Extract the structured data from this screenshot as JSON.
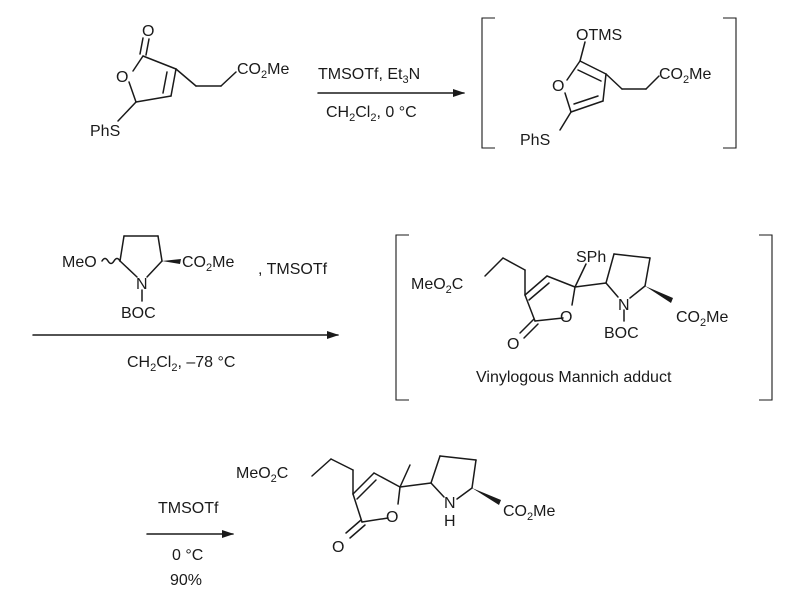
{
  "step1": {
    "sm": {
      "carbonyl_o": "O",
      "ring_o": "O",
      "ester": "CO",
      "ester_sub": "2",
      "ester_tail": "Me",
      "phs": "PhS"
    },
    "reagent_a": "TMSOTf, Et",
    "reagent_a_sub": "3",
    "reagent_a_tail": "N",
    "reagent_b_pre": "CH",
    "reagent_b_sub1": "2",
    "reagent_b_mid": "Cl",
    "reagent_b_sub2": "2",
    "reagent_b_tail": ", 0 °C",
    "intermediate": {
      "otms": "OTMS",
      "ring_o": "O",
      "ester": "CO",
      "ester_sub": "2",
      "ester_tail": "Me",
      "phs": "PhS"
    }
  },
  "step2": {
    "reagent": {
      "meo": "MeO",
      "n": "N",
      "boc": "BOC",
      "ester": "CO",
      "ester_sub": "2",
      "ester_tail": "Me",
      "extra": ", TMSOTf"
    },
    "cond_pre": "CH",
    "cond_sub1": "2",
    "cond_mid": "Cl",
    "cond_sub2": "2",
    "cond_tail": ", –78 °C",
    "adduct": {
      "meo2c": "MeO",
      "meo2c_sub": "2",
      "meo2c_tail": "C",
      "sph": "SPh",
      "carbonyl_o": "O",
      "ring_o": "O",
      "n": "N",
      "boc": "BOC",
      "ester": "CO",
      "ester_sub": "2",
      "ester_tail": "Me",
      "caption": "Vinylogous Mannich adduct"
    }
  },
  "step3": {
    "reagent": "TMSOTf",
    "cond": "0 °C",
    "yield": "90%",
    "product": {
      "meo2c": "MeO",
      "meo2c_sub": "2",
      "meo2c_tail": "C",
      "carbonyl_o": "O",
      "ring_o": "O",
      "n": "N",
      "h": "H",
      "ester": "CO",
      "ester_sub": "2",
      "ester_tail": "Me"
    }
  }
}
